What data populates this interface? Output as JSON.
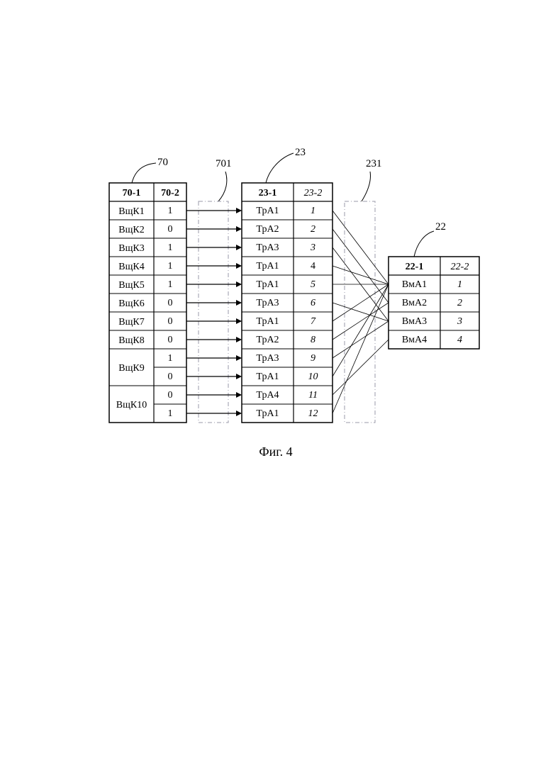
{
  "refs": {
    "t70": "70",
    "t701": "701",
    "t23": "23",
    "t231": "231",
    "t22": "22"
  },
  "caption": "Фиг. 4",
  "table70": {
    "headers": [
      "70-1",
      "70-2"
    ],
    "groups": [
      {
        "name": "ВщК1",
        "values": [
          "1"
        ]
      },
      {
        "name": "ВщК2",
        "values": [
          "0"
        ]
      },
      {
        "name": "ВщК3",
        "values": [
          "1"
        ]
      },
      {
        "name": "ВщК4",
        "values": [
          "1"
        ]
      },
      {
        "name": "ВщК5",
        "values": [
          "1"
        ]
      },
      {
        "name": "ВщК6",
        "values": [
          "0"
        ]
      },
      {
        "name": "ВщК7",
        "values": [
          "0"
        ]
      },
      {
        "name": "ВщК8",
        "values": [
          "0"
        ]
      },
      {
        "name": "ВщК9",
        "values": [
          "1",
          "0"
        ]
      },
      {
        "name": "ВщК10",
        "values": [
          "0",
          "1"
        ]
      }
    ]
  },
  "table23": {
    "headers": [
      "23-1",
      "23-2"
    ],
    "rows": [
      [
        "ТрА1",
        "1"
      ],
      [
        "ТрА2",
        "2"
      ],
      [
        "ТрА3",
        "3"
      ],
      [
        "ТрА1",
        "4"
      ],
      [
        "ТрА1",
        "5"
      ],
      [
        "ТрА3",
        "6"
      ],
      [
        "ТрА1",
        "7"
      ],
      [
        "ТрА2",
        "8"
      ],
      [
        "ТрА3",
        "9"
      ],
      [
        "ТрА1",
        "10"
      ],
      [
        "ТрА4",
        "11"
      ],
      [
        "ТрА1",
        "12"
      ]
    ],
    "italic_col2": [
      true,
      true,
      true,
      false,
      true,
      true,
      true,
      true,
      true,
      true,
      true,
      true
    ]
  },
  "table22": {
    "headers": [
      "22-1",
      "22-2"
    ],
    "rows": [
      [
        "ВмА1",
        "1"
      ],
      [
        "ВмА2",
        "2"
      ],
      [
        "ВмА3",
        "3"
      ],
      [
        "ВмА4",
        "4"
      ]
    ]
  },
  "connections_23_to_22": [
    {
      "from_row": 1,
      "to_row": 1
    },
    {
      "from_row": 2,
      "to_row": 2
    },
    {
      "from_row": 3,
      "to_row": 3
    },
    {
      "from_row": 4,
      "to_row": 1
    },
    {
      "from_row": 5,
      "to_row": 1
    },
    {
      "from_row": 6,
      "to_row": 3
    },
    {
      "from_row": 7,
      "to_row": 1
    },
    {
      "from_row": 8,
      "to_row": 2
    },
    {
      "from_row": 9,
      "to_row": 3
    },
    {
      "from_row": 10,
      "to_row": 1
    },
    {
      "from_row": 11,
      "to_row": 4
    },
    {
      "from_row": 12,
      "to_row": 1
    }
  ],
  "colors": {
    "line": "#000000",
    "dashed_box": "#9a9aa8"
  }
}
